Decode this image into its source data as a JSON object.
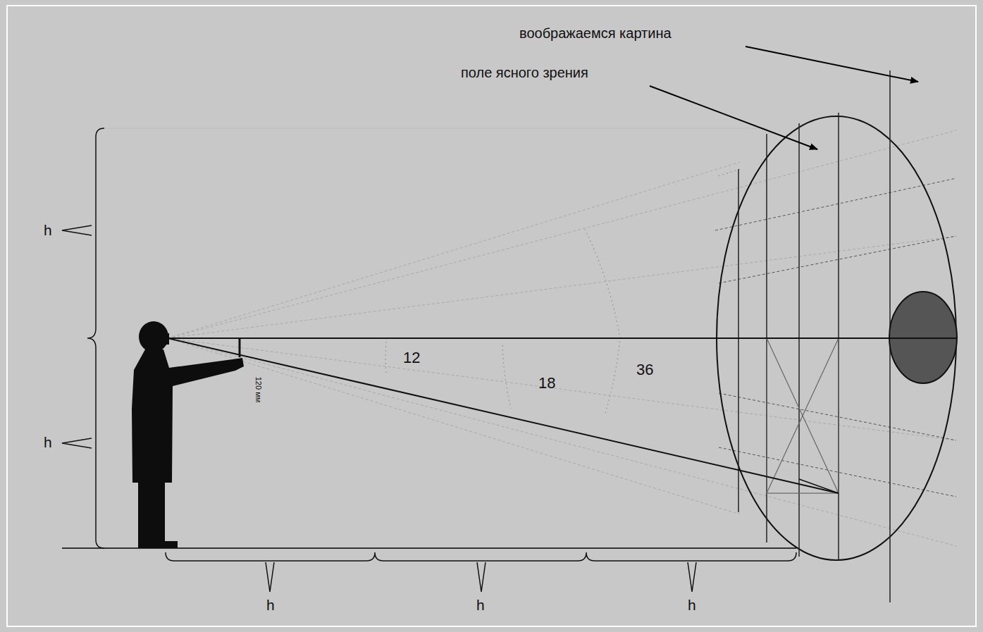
{
  "diagram": {
    "labels": [
      "воображаемся картина",
      "поле ясного зрения",
      "h",
      "h",
      "12",
      "18",
      "36",
      "120 мм",
      "h",
      "h",
      "h"
    ]
  }
}
